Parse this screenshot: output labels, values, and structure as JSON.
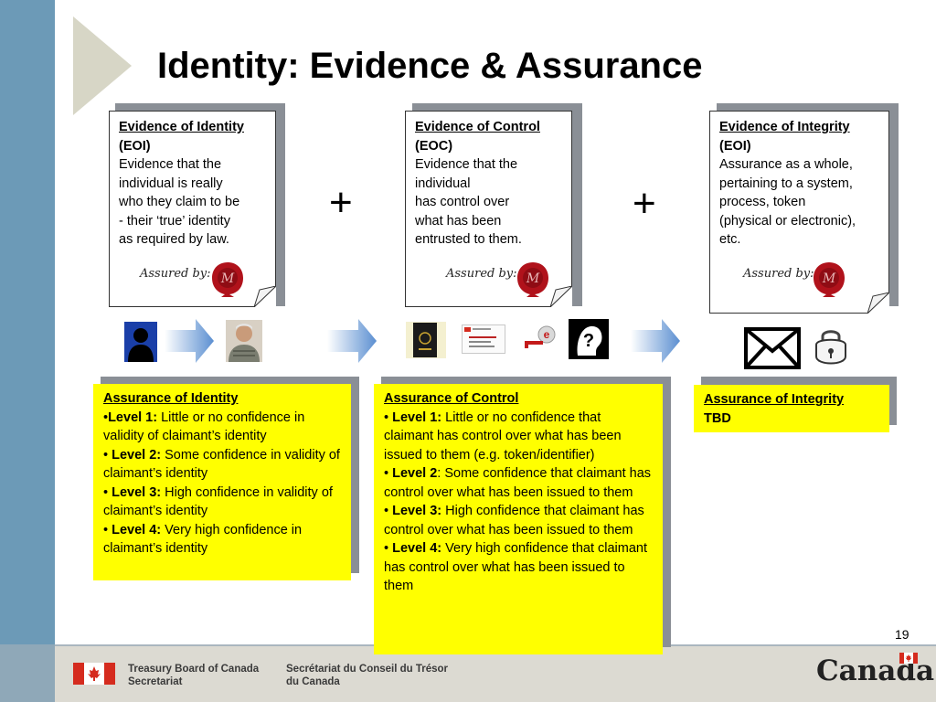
{
  "slide": {
    "title": "Identity: Evidence & Assurance",
    "page_number": "19"
  },
  "evidence": [
    {
      "heading": "Evidence of Identity",
      "abbr": "(EOI)",
      "lines": [
        "Evidence that the",
        "individual is really",
        "who they claim to be",
        "- their ‘true’ identity",
        "as required by law."
      ],
      "assured_label": "Assured by:"
    },
    {
      "heading": "Evidence of Control",
      "abbr": "(EOC)",
      "lines": [
        "Evidence that the",
        "individual",
        "has control over",
        "what has been",
        "entrusted to them."
      ],
      "assured_label": "Assured by:"
    },
    {
      "heading": "Evidence of Integrity",
      "abbr": "(EOI)",
      "lines": [
        "Assurance as a whole,",
        "pertaining to a system,",
        "process, token",
        "(physical or electronic),",
        "etc."
      ],
      "assured_label": "Assured by:"
    }
  ],
  "operators": [
    "+",
    "+"
  ],
  "assurance": {
    "identity": {
      "heading": "Assurance of Identity",
      "levels": [
        {
          "bullet": "•",
          "label": "Level 1:",
          "text": " Little or no confidence in validity of claimant’s identity"
        },
        {
          "bullet": "• ",
          "label": "Level 2:",
          "text": " Some confidence  in validity of claimant’s identity"
        },
        {
          "bullet": "• ",
          "label": "Level 3:",
          "text": " High confidence in validity of claimant’s identity"
        },
        {
          "bullet": "• ",
          "label": "Level 4:",
          "text": " Very high confidence in claimant’s identity"
        }
      ]
    },
    "control": {
      "heading": "Assurance of Control",
      "levels": [
        {
          "bullet": "• ",
          "label": "Level 1:",
          "text": " Little or no confidence that claimant has control over what has been issued to them (e.g. token/identifier)"
        },
        {
          "bullet": "• ",
          "label": "Level 2",
          "text": ": Some confidence  that claimant has control over what has been issued to them"
        },
        {
          "bullet": "• ",
          "label": "Level 3:",
          "text": " High confidence that claimant has control over what has been issued to them"
        },
        {
          "bullet": "• ",
          "label": "Level 4:",
          "text": " Very high confidence that claimant has control over what has been issued to them"
        }
      ]
    },
    "integrity": {
      "heading": "Assurance of Integrity",
      "value": "TBD"
    }
  },
  "footer": {
    "dept_en_line1": "Treasury Board of Canada",
    "dept_en_line2": "Secretariat",
    "dept_fr_line1": "Secrétariat du Conseil du Trésor",
    "dept_fr_line2": "du Canada",
    "wordmark": "Canada"
  },
  "icons": {
    "row": [
      "person-silhouette-icon",
      "arrow-right-icon",
      "person-photo-icon",
      "arrow-right-icon",
      "passport-icon",
      "id-card-icon",
      "e-key-icon",
      "question-head-icon",
      "arrow-right-icon",
      "envelope-icon",
      "padlock-icon"
    ],
    "seal": "wax-seal-icon"
  },
  "colors": {
    "accent_bar": "#6c9ab7",
    "highlight": "#ffff00",
    "seal": "#b0121b"
  }
}
